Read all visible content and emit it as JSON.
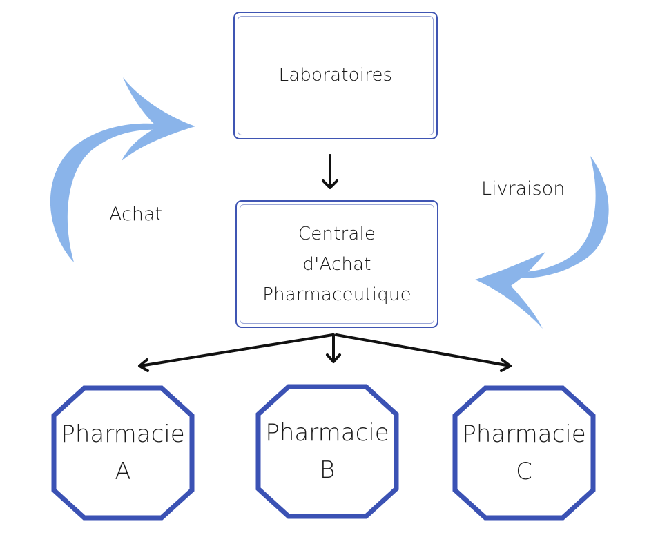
{
  "diagram": {
    "laboratoires": {
      "label": "Laboratoires"
    },
    "centrale": {
      "lines": [
        "Centrale",
        "d'Achat",
        "Pharmaceutique"
      ]
    },
    "pharmacies": [
      {
        "line1": "Pharmacie",
        "line2": "A"
      },
      {
        "line1": "Pharmacie",
        "line2": "B"
      },
      {
        "line1": "Pharmacie",
        "line2": "C"
      }
    ],
    "flows": {
      "achat": "Achat",
      "livraison": "Livraison"
    }
  },
  "colors": {
    "box_border": "#3f55b3",
    "box_inner_border": "#9aa6d6",
    "octagon_border": "#3b52b4",
    "curved_arrow": "#8ab4ea",
    "connector": "#111111"
  }
}
